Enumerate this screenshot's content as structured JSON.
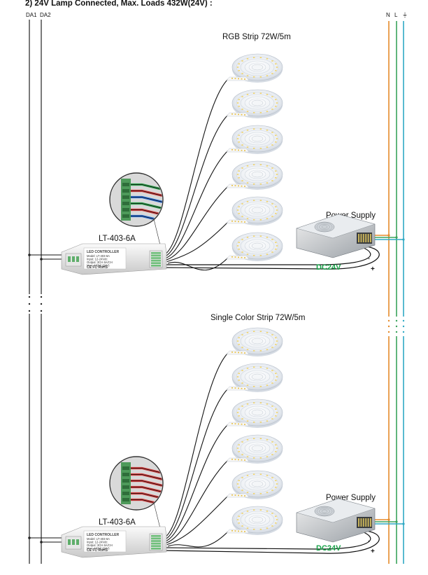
{
  "title": "2) 24V Lamp Connected, Max. Loads 432W(24V) :",
  "bus_labels": {
    "da1": "DA1",
    "da2": "DA2",
    "n": "N",
    "l": "L",
    "ground": "⏚"
  },
  "colors": {
    "neutral_wire": "#e58a2a",
    "live_wire": "#3aa35c",
    "ground_wire": "#2fa9c4",
    "bus_line": "#222222",
    "dc_label": "#1aa34a",
    "wire": "#111111"
  },
  "sections": [
    {
      "strip_label": "RGB Strip  72W/5m",
      "controller_label": "LT-403-6A",
      "power_supply_label": "Power Supply",
      "dc_label": "DC24V",
      "strip_count": 6,
      "terminal_wire_colors": [
        "#2c9e4a",
        "#d23a3a",
        "#2a6fd6",
        "#2c9e4a",
        "#d23a3a",
        "#2a6fd6"
      ]
    },
    {
      "strip_label": "Single Color Strip 72W/5m",
      "controller_label": "LT-403-6A",
      "power_supply_label": "Power Supply",
      "dc_label": "DC24V",
      "strip_count": 6,
      "terminal_wire_colors": [
        "#d23a3a",
        "#d23a3a",
        "#d23a3a",
        "#d23a3a",
        "#d23a3a",
        "#d23a3a"
      ]
    }
  ],
  "controller_face": {
    "heading": "LED CONTROLLER",
    "lines": [
      "Model: LT-403-6A",
      "Input: 12-24Vdc",
      "Output: 3CH 6A/CH",
      "Max: 432W (24V)"
    ],
    "marks": "CE FC RoHS"
  },
  "polarity": {
    "minus": "-",
    "plus": "+"
  }
}
